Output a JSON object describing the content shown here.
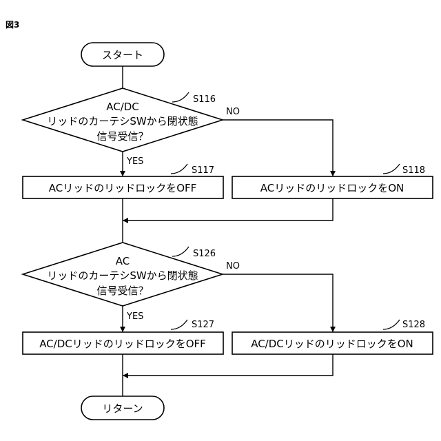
{
  "figure_label": "図3",
  "start": {
    "label": "スタート"
  },
  "end": {
    "label": "リターン"
  },
  "decision1": {
    "step": "S116",
    "lines": [
      "AC/DC",
      "リッドのカーテシSWから閉状態",
      "信号受信？"
    ],
    "yes": "YES",
    "no": "NO"
  },
  "process_s117": {
    "step": "S117",
    "label": "ACリッドのリッドロックをOFF"
  },
  "process_s118": {
    "step": "S118",
    "label": "ACリッドのリッドロックをON"
  },
  "decision2": {
    "step": "S126",
    "lines": [
      "AC",
      "リッドのカーテシSWから閉状態",
      "信号受信？"
    ],
    "yes": "YES",
    "no": "NO"
  },
  "process_s127": {
    "step": "S127",
    "label": "AC/DCリッドのリッドロックをOFF"
  },
  "process_s128": {
    "step": "S128",
    "label": "AC/DCリッドのリッドロックをON"
  }
}
